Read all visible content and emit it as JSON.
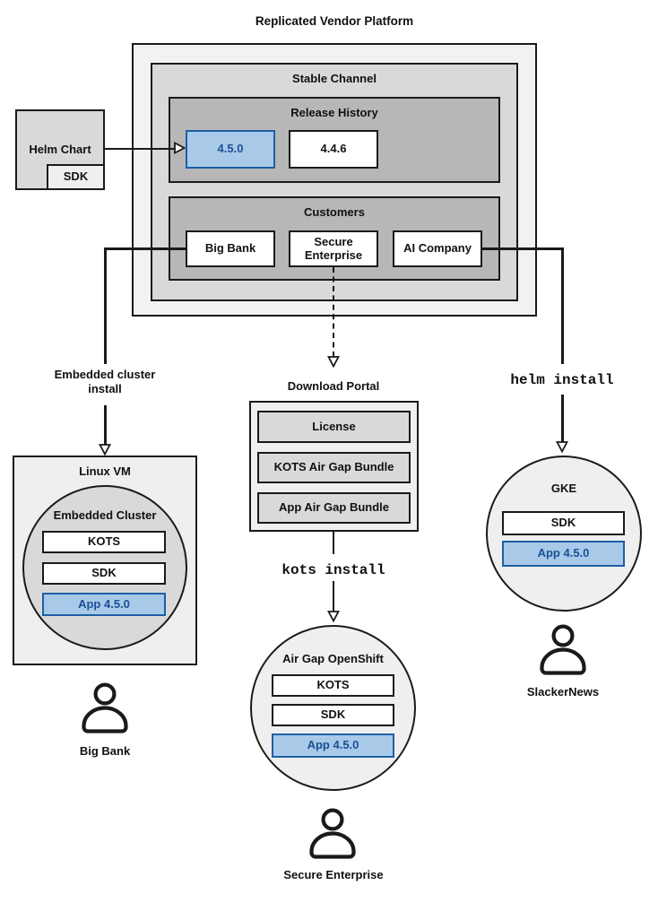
{
  "title": "Replicated Vendor Platform",
  "platform": {
    "stable_channel": "Stable Channel",
    "release_history": "Release History",
    "releases": [
      "4.5.0",
      "4.4.6"
    ],
    "customers_title": "Customers",
    "customers": [
      "Big Bank",
      "Secure Enterprise",
      "AI Company"
    ]
  },
  "helm_chart": {
    "label": "Helm Chart",
    "sdk": "SDK"
  },
  "left_flow": {
    "arrow_label": "Embedded cluster install",
    "vm": "Linux VM",
    "cluster": "Embedded Cluster",
    "kots": "KOTS",
    "sdk": "SDK",
    "app": "App 4.5.0",
    "user": "Big Bank"
  },
  "middle_flow": {
    "portal_title": "Download Portal",
    "license": "License",
    "kots_bundle": "KOTS Air Gap Bundle",
    "app_bundle": "App Air Gap Bundle",
    "command": "kots install",
    "cluster": "Air Gap OpenShift",
    "kots": "KOTS",
    "sdk": "SDK",
    "app": "App 4.5.0",
    "user": "Secure Enterprise"
  },
  "right_flow": {
    "command": "helm install",
    "cluster": "GKE",
    "sdk": "SDK",
    "app": "App 4.5.0",
    "user": "SlackerNews"
  },
  "colors": {
    "outer_fill": "#f2f2f2",
    "channel_fill": "#d9d9d9",
    "section_fill": "#b7b7b7",
    "light_fill": "#efefef",
    "highlight_fill": "#a9c9e9",
    "highlight_border": "#1d5fa5",
    "highlight_text": "#1a4f96",
    "line_color": "#1a1a1a"
  }
}
